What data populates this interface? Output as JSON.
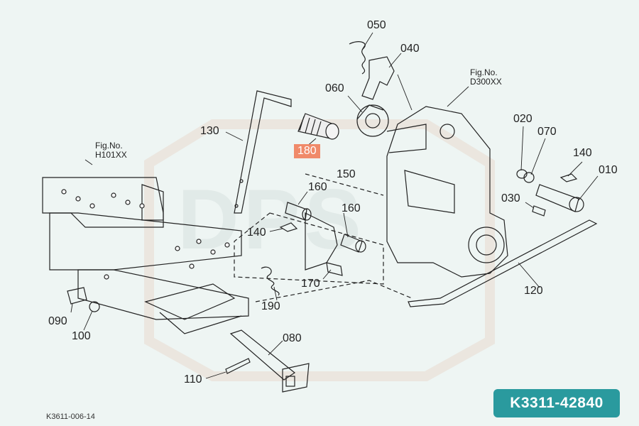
{
  "diagram": {
    "callouts": [
      {
        "id": "050",
        "label": "050"
      },
      {
        "id": "040",
        "label": "040"
      },
      {
        "id": "060",
        "label": "060"
      },
      {
        "id": "130",
        "label": "130"
      },
      {
        "id": "180",
        "label": "180",
        "highlighted": true
      },
      {
        "id": "150",
        "label": "150"
      },
      {
        "id": "160a",
        "label": "160"
      },
      {
        "id": "160b",
        "label": "160"
      },
      {
        "id": "140a",
        "label": "140"
      },
      {
        "id": "170",
        "label": "170"
      },
      {
        "id": "190",
        "label": "190"
      },
      {
        "id": "020",
        "label": "020"
      },
      {
        "id": "070",
        "label": "070"
      },
      {
        "id": "140b",
        "label": "140"
      },
      {
        "id": "010",
        "label": "010"
      },
      {
        "id": "030",
        "label": "030"
      },
      {
        "id": "120",
        "label": "120"
      },
      {
        "id": "090",
        "label": "090"
      },
      {
        "id": "100",
        "label": "100"
      },
      {
        "id": "080",
        "label": "080"
      },
      {
        "id": "110",
        "label": "110"
      }
    ],
    "figure_refs": {
      "left": {
        "line1": "Fig.No.",
        "line2": "H101XX"
      },
      "right": {
        "line1": "Fig.No.",
        "line2": "D300XX"
      }
    },
    "watermark": "DPS",
    "highlight_color": "#f08a6a",
    "brand_color": "#2a9a9e"
  },
  "part_number": "K3311-42840",
  "drawing_code": "K3611-006-14"
}
